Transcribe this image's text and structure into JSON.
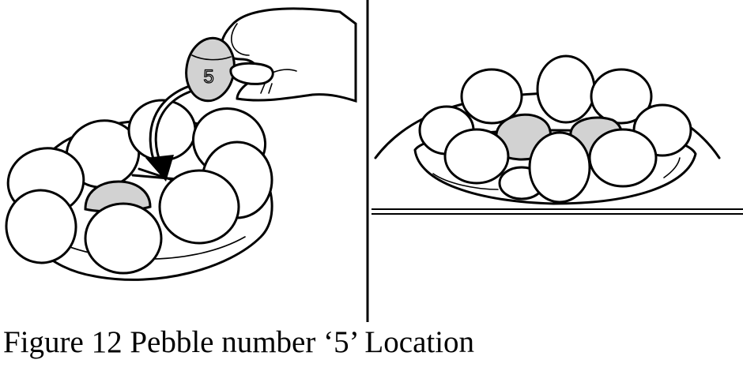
{
  "caption": "Figure 12 Pebble number ‘5’ Location",
  "pebble_label": "5",
  "colors": {
    "ink": "#000000",
    "background": "#ffffff",
    "pebble_highlight": "#d2d2d2"
  },
  "panels": [
    {
      "view": "placing pebble into tray",
      "icons": [
        "hand-icon",
        "pebble-5-icon",
        "curved-arrow-icon",
        "pebble-tray-icon"
      ]
    },
    {
      "view": "pebble seated in tray ring",
      "icons": [
        "pebble-tray-icon",
        "pebble-5-icon",
        "base-surface-line"
      ]
    }
  ]
}
